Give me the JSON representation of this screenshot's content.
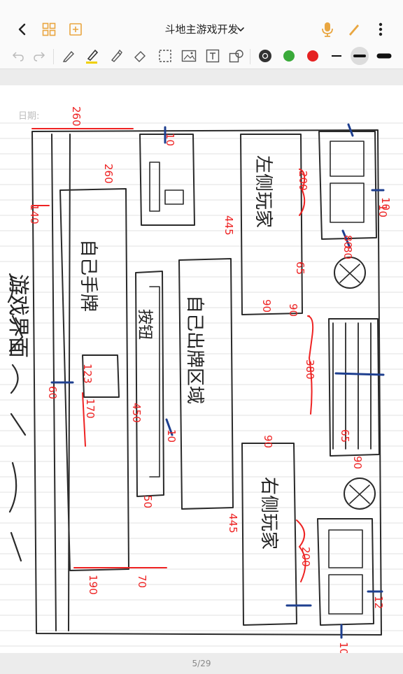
{
  "header": {
    "title": "斗地主游戏开发",
    "back_icon": "chevron-left-icon",
    "grid_icon": "grid-view-icon",
    "bookmark_icon": "bookmark-icon",
    "mic_icon": "microphone-icon",
    "pen_icon": "pen-icon",
    "more_icon": "more-vertical-icon"
  },
  "toolbar": {
    "tools": [
      "undo",
      "redo",
      "pencil",
      "highlighter-pen",
      "marker",
      "eraser",
      "lasso-select",
      "image",
      "text",
      "shape"
    ],
    "colors": [
      "#333333",
      "#3aaa3a",
      "#e52222"
    ],
    "stroke_sizes": [
      "thin",
      "medium",
      "thick"
    ],
    "selected_stroke": "medium"
  },
  "page": {
    "date_label": "日期:",
    "page_indicator": "5/29"
  },
  "sketch": {
    "left_player_label": "左侧玩家",
    "right_player_label": "右侧玩家",
    "own_hand_label": "自己手牌",
    "own_played_label": "自己出牌区域",
    "buttons_label": "按钮",
    "screen_label": "游戏界面",
    "red_annotations": [
      "260",
      "260",
      "10",
      "140",
      "445",
      "90",
      "65",
      "90",
      "200",
      "10",
      "80",
      "80",
      "380",
      "65",
      "90",
      "90",
      "445",
      "200",
      "10",
      "10",
      "123",
      "170",
      "60",
      "450",
      "10",
      "50",
      "190",
      "70",
      "12"
    ]
  }
}
